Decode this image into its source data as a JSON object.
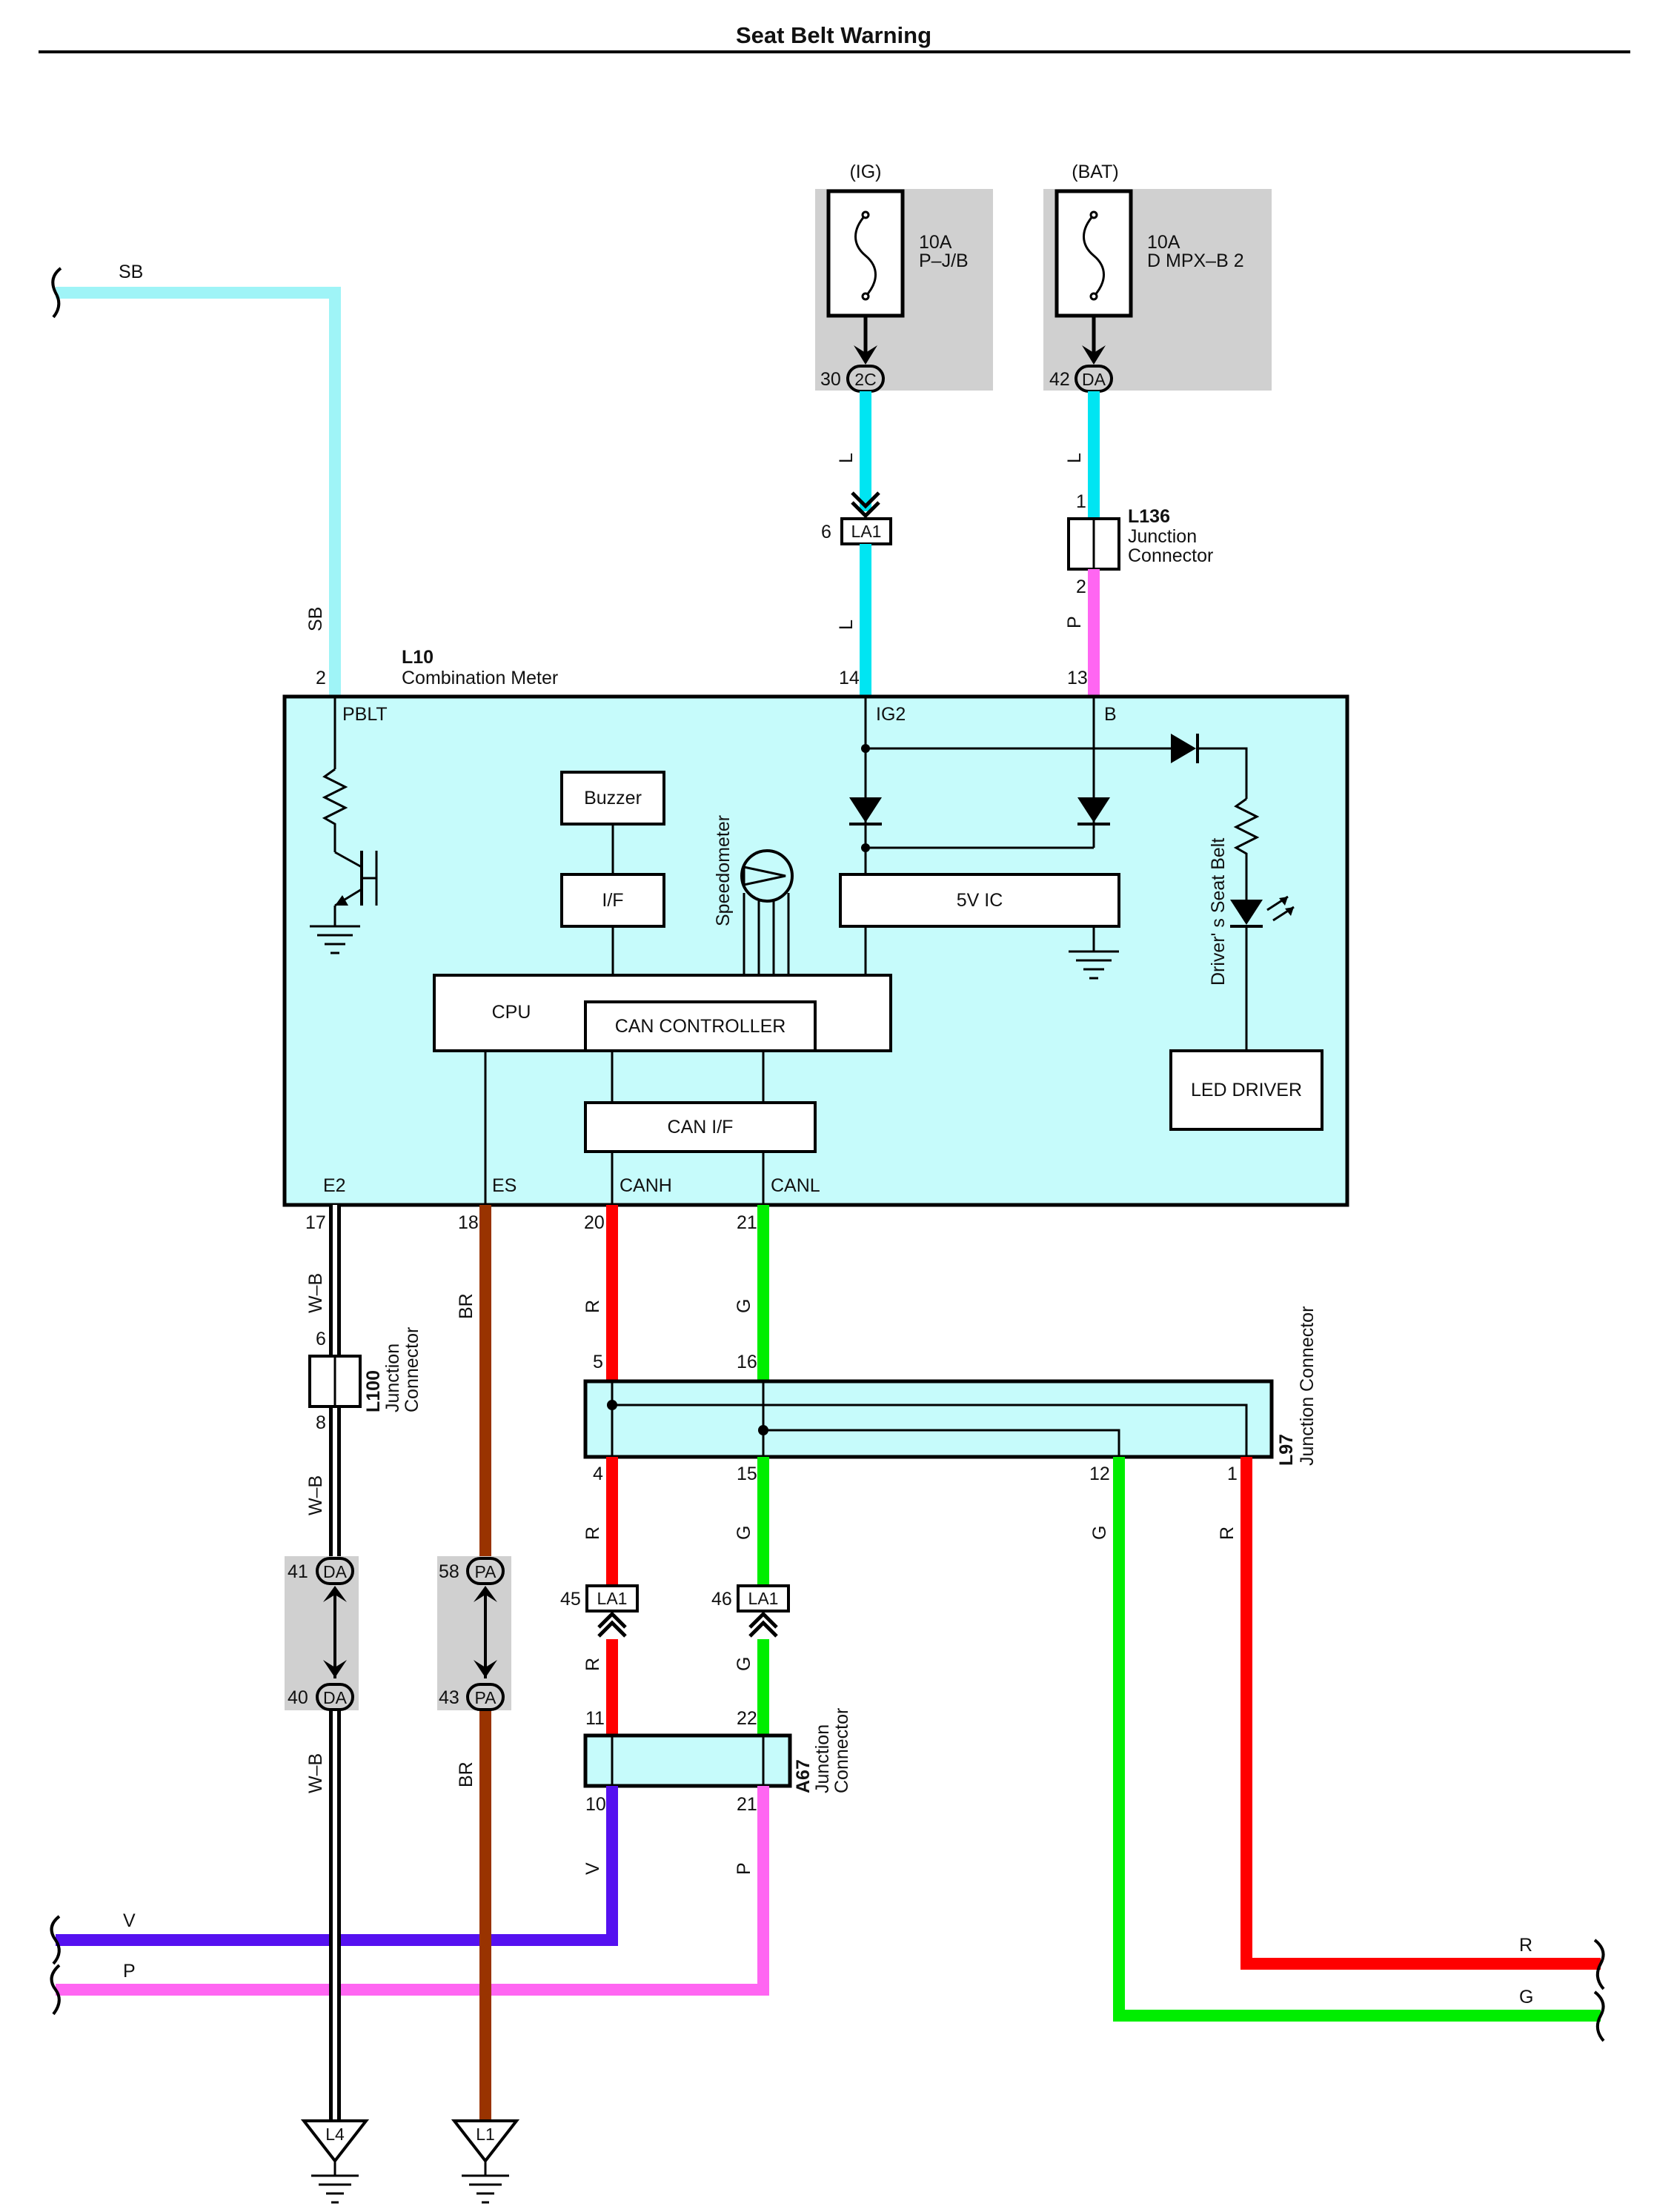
{
  "title": "Seat Belt Warning",
  "colors": {
    "SB": "#9ff4f7",
    "L": "#00e5f2",
    "P": "#ff66f2",
    "BR": "#993300",
    "R": "#ff0000",
    "G": "#00ee00",
    "V": "#5511f0",
    "WB": "#ffffff",
    "module_fill": "#c6fbfb",
    "fuse_bg": "#d0d0d0"
  },
  "fuses": {
    "ig": {
      "label": "(IG)",
      "rating": "10A",
      "name": "P–J/B",
      "pin": "30",
      "conn": "2C"
    },
    "bat": {
      "label": "(BAT)",
      "rating": "10A",
      "name": "D MPX–B 2",
      "pin": "42",
      "conn": "DA"
    }
  },
  "combination_meter": {
    "code": "L10",
    "name": "Combination Meter",
    "top_pins": {
      "pblt": "2",
      "ig2": "14",
      "b": "13"
    },
    "top_terms": {
      "pblt": "PBLT",
      "ig2": "IG2",
      "b": "B"
    },
    "bottom_pins": {
      "e2": "17",
      "es": "18",
      "canh": "20",
      "canl": "21"
    },
    "bottom_terms": {
      "e2": "E2",
      "es": "ES",
      "canh": "CANH",
      "canl": "CANL"
    },
    "blocks": {
      "buzzer": "Buzzer",
      "if": "I/F",
      "cpu": "CPU",
      "can_controller": "CAN CONTROLLER",
      "can_if": "CAN I/F",
      "ic5v": "5V IC",
      "led_driver": "LED DRIVER"
    },
    "speedometer": "Speedometer",
    "seatbelt_led": "Driver' s Seat Belt"
  },
  "connectors": {
    "la1_top": {
      "name": "LA1",
      "pin": "6"
    },
    "l136": {
      "code": "L136",
      "line1": "Junction",
      "line2": "Connector",
      "pin_top": "1",
      "pin_bottom": "2"
    },
    "l100": {
      "code": "L100",
      "line1": "Junction",
      "line2": "Connector",
      "pin_top": "6",
      "pin_bottom": "8"
    },
    "l97": {
      "code": "L97",
      "label": "Junction Connector",
      "pins": {
        "p5": "5",
        "p16": "16",
        "p4": "4",
        "p15": "15",
        "p12": "12",
        "p1": "1"
      }
    },
    "la1_r": {
      "name": "LA1",
      "pin": "45"
    },
    "la1_g": {
      "name": "LA1",
      "pin": "46"
    },
    "a67": {
      "code": "A67",
      "line1": "Junction",
      "line2": "Connector",
      "pins": {
        "p11": "11",
        "p22": "22",
        "p10": "10",
        "p21": "21"
      }
    },
    "da_pair": {
      "top_pin": "41",
      "top_conn": "DA",
      "bot_pin": "40",
      "bot_conn": "DA"
    },
    "pa_pair": {
      "top_pin": "58",
      "top_conn": "PA",
      "bot_pin": "43",
      "bot_conn": "PA"
    }
  },
  "wire_labels": {
    "sb_h": "SB",
    "sb_v": "SB",
    "l1": "L",
    "l2": "L",
    "l3": "L",
    "p_b": "P",
    "wb1": "W–B",
    "wb2": "W–B",
    "wb3": "W–B",
    "br1": "BR",
    "br2": "BR",
    "r1": "R",
    "r2": "R",
    "r3": "R",
    "r4": "R",
    "g1": "G",
    "g2": "G",
    "g3": "G",
    "g4": "G",
    "v": "V",
    "p": "P",
    "v_h": "V",
    "p_h": "P",
    "r_h": "R",
    "g_h": "G"
  },
  "grounds": {
    "l4": "L4",
    "l1": "L1"
  }
}
